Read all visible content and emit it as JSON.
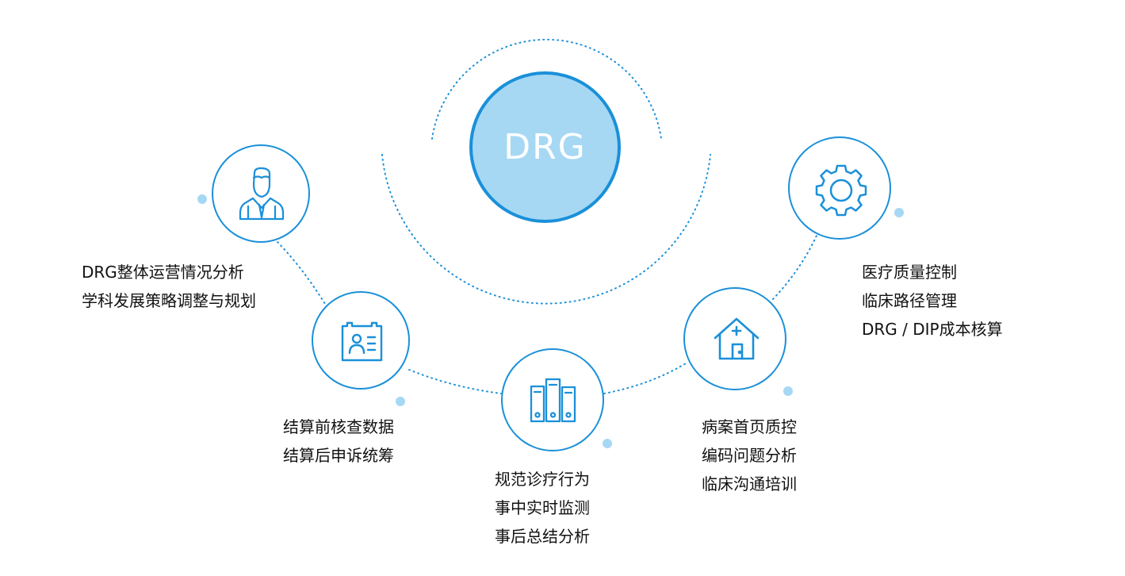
{
  "center": {
    "title": "DRG"
  },
  "nodes": [
    {
      "icon": "doctor-icon",
      "lines": [
        "DRG整体运营情况分析",
        "学科发展策略调整与规划"
      ]
    },
    {
      "icon": "id-card-icon",
      "lines": [
        "结算前核查数据",
        "结算后申诉统筹"
      ]
    },
    {
      "icon": "binders-icon",
      "lines": [
        "规范诊疗行为",
        "事中实时监测",
        "事后总结分析"
      ]
    },
    {
      "icon": "hospital-icon",
      "lines": [
        "病案首页质控",
        "编码问题分析",
        "临床沟通培训"
      ]
    },
    {
      "icon": "gear-icon",
      "lines": [
        "医疗质量控制",
        "临床路径管理",
        "DRG / DIP成本核算"
      ]
    }
  ],
  "colors": {
    "accent": "#1a90d9",
    "light": "#a6d8f4",
    "text": "#111111"
  }
}
